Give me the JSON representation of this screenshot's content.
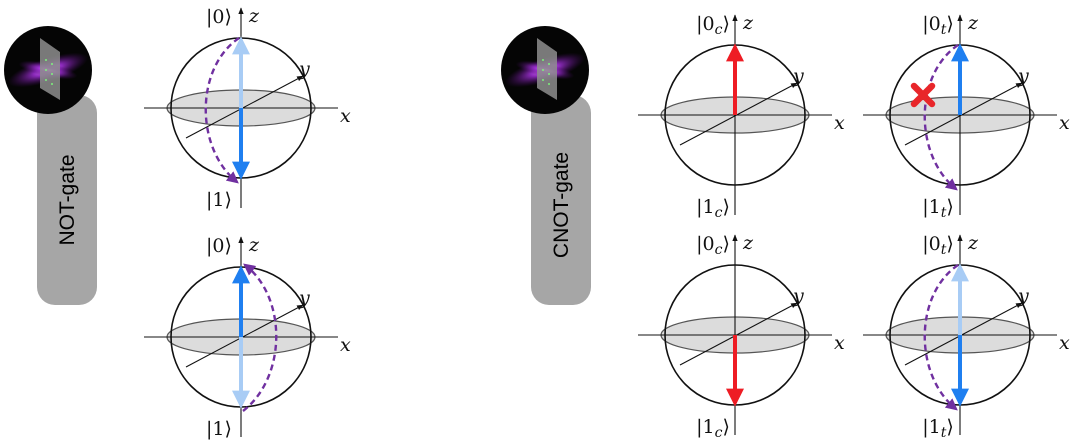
{
  "colors": {
    "arrow_blue": "#1f7ff0",
    "arrow_blue_faded": "#a8ccf5",
    "arrow_red": "#ee1c24",
    "path_purple": "#7030a0",
    "equator_fill": "#dcdcdc",
    "pill_gray": "#a6a6a6",
    "cross_red": "#e8262a"
  },
  "gates": [
    {
      "label": "NOT-gate",
      "icon": "photonic-chip-icon"
    },
    {
      "label": "CNOT-gate",
      "icon": "photonic-chip-icon"
    }
  ],
  "axes": {
    "x": "x",
    "y": "y",
    "z": "z"
  },
  "spheres": [
    {
      "id": "not-top",
      "top_ket": "|0⟩",
      "bottom_ket": "|1⟩",
      "state": "bottom",
      "arrow": "blue",
      "faded": true,
      "path": "left",
      "blocked": false
    },
    {
      "id": "not-bottom",
      "top_ket": "|0⟩",
      "bottom_ket": "|1⟩",
      "state": "top",
      "arrow": "blue",
      "faded": true,
      "path": "right",
      "blocked": false
    },
    {
      "id": "cnot-control-top",
      "top_ket": "|0_c⟩",
      "bottom_ket": "|1_c⟩",
      "state": "top",
      "arrow": "red",
      "faded": false,
      "path": "none",
      "blocked": false
    },
    {
      "id": "cnot-target-top",
      "top_ket": "|0_t⟩",
      "bottom_ket": "|1_t⟩",
      "state": "top",
      "arrow": "blue",
      "faded": false,
      "path": "left",
      "blocked": true
    },
    {
      "id": "cnot-control-bottom",
      "top_ket": "|0_c⟩",
      "bottom_ket": "|1_c⟩",
      "state": "bottom",
      "arrow": "red",
      "faded": false,
      "path": "none",
      "blocked": false
    },
    {
      "id": "cnot-target-bottom",
      "top_ket": "|0_t⟩",
      "bottom_ket": "|1_t⟩",
      "state": "bottom",
      "arrow": "blue",
      "faded": true,
      "path": "left",
      "blocked": false
    }
  ]
}
